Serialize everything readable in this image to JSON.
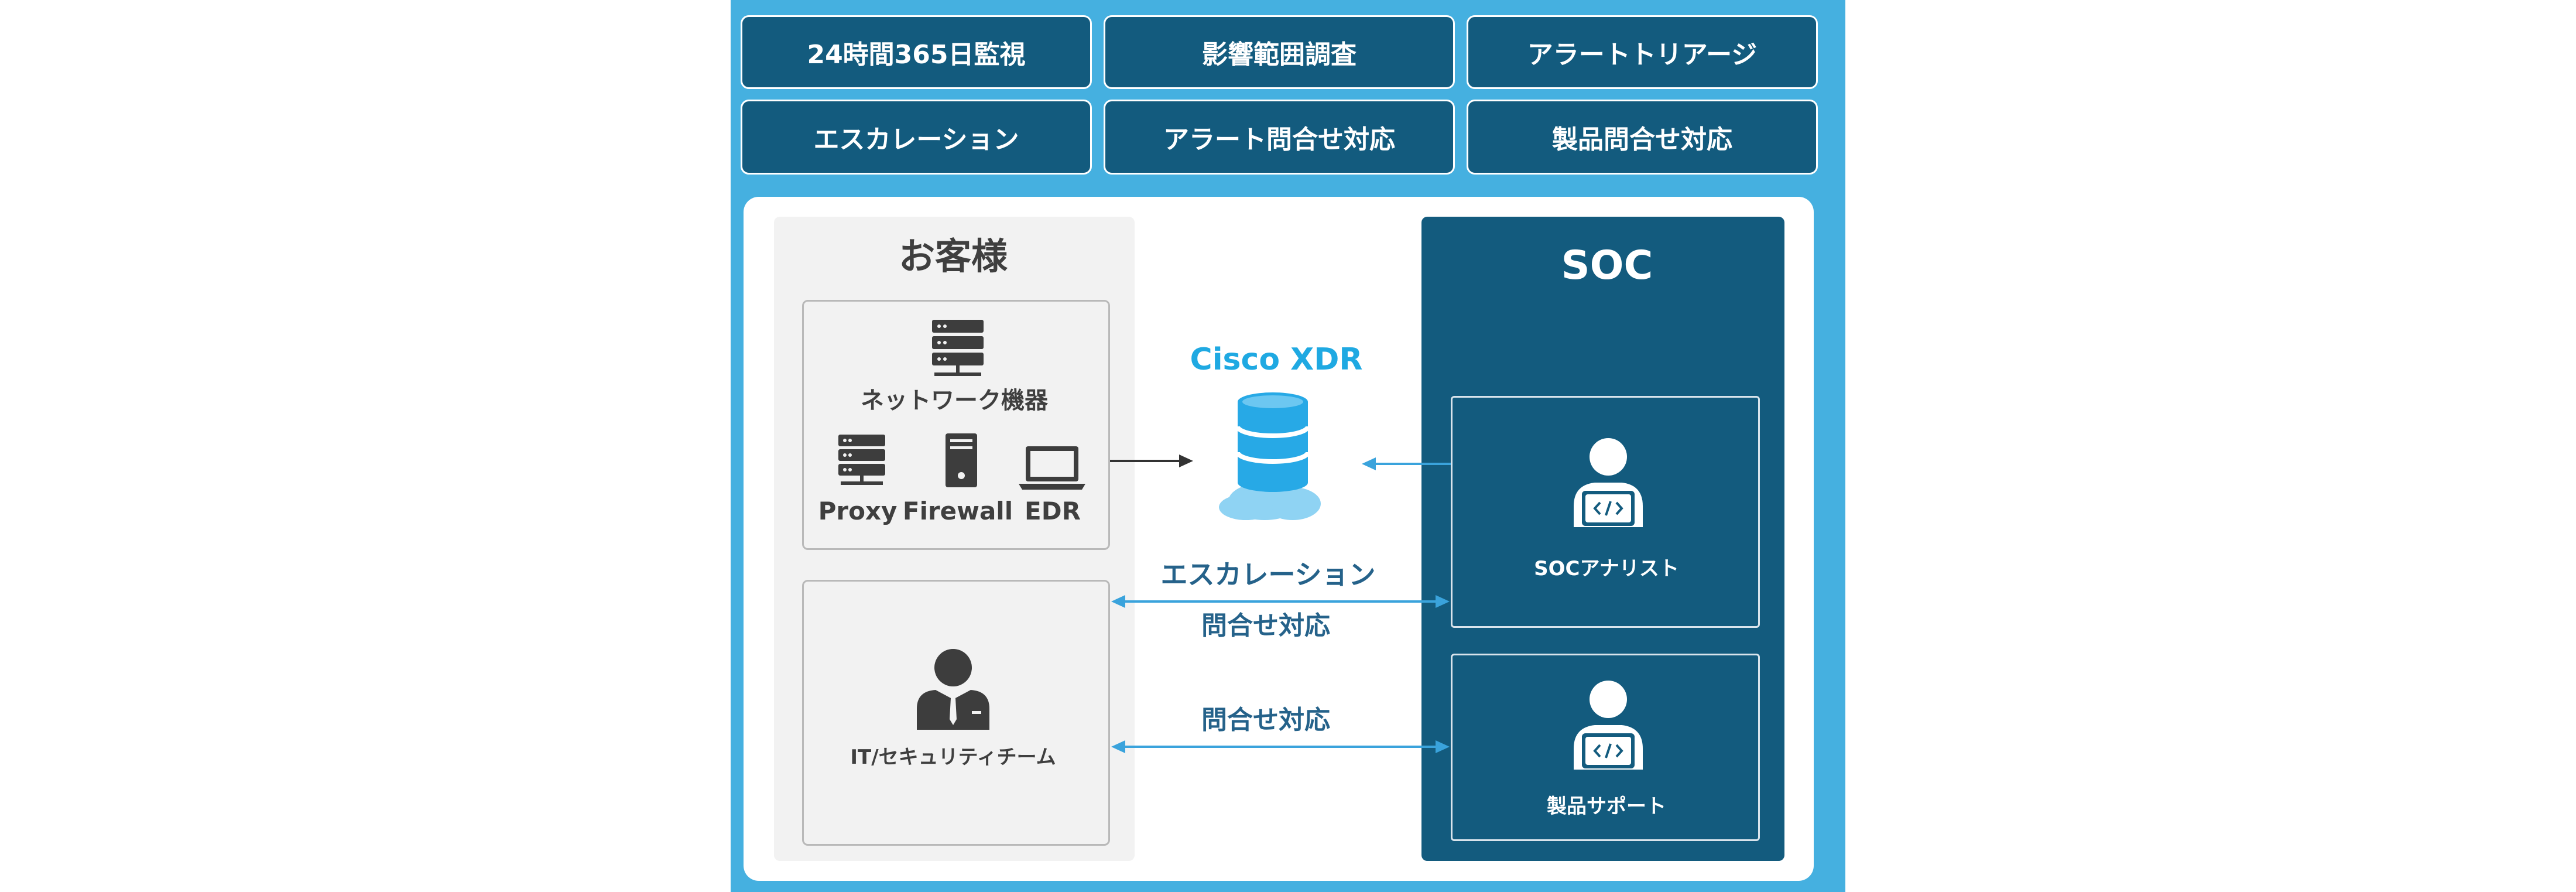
{
  "services": [
    "24時間365日監視",
    "影響範囲調査",
    "アラートトリアージ",
    "エスカレーション",
    "アラート問合せ対応",
    "製品問合せ対応"
  ],
  "customer": {
    "title": "お客様",
    "network_label": "ネットワーク機器",
    "devices": [
      "Proxy",
      "Firewall",
      "EDR"
    ],
    "team_label": "IT/セキュリティチーム"
  },
  "xdr": {
    "title": "Cisco XDR"
  },
  "flows": {
    "escalation": "エスカレーション",
    "inquiry1": "問合せ対応",
    "inquiry2": "問合せ対応"
  },
  "soc": {
    "title": "SOC",
    "analyst_label": "SOCアナリスト",
    "support_label": "製品サポート"
  },
  "colors": {
    "outer_background": "#45b0e0",
    "dark_navy": "#135b7e",
    "accent_cyan": "#1fa9e2",
    "customer_gray": "#f2f2f2"
  }
}
